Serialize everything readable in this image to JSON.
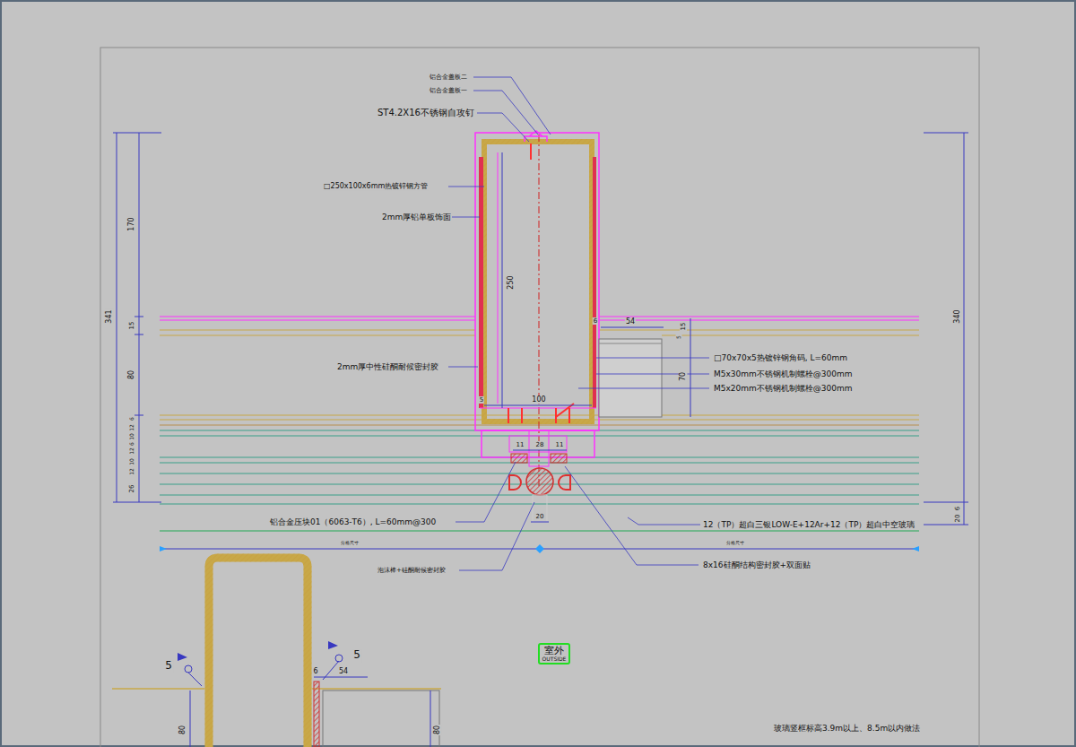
{
  "diagram": {
    "nodes": [
      {
        "text": [
          "室外",
          "OUTSIDE"
        ]
      }
    ],
    "labels": [
      "铝合金盖板二",
      "铝合金盖板一",
      "ST4.2X16不锈钢自攻钉",
      "□250x100x6mm热镀锌钢方管",
      "2mm厚铝单板饰面",
      "2mm厚中性硅酮耐候密封胶",
      "□70x70x5热镀锌钢角码, L=60mm",
      "M5x30mm不锈钢机制螺栓@300mm",
      "M5x20mm不锈钢机制螺栓@300mm",
      "铝合金压块01（6063-T6）, L=60mm@300",
      "12（TP）超白三银LOW-E+12Ar+12（TP）超白中空玻璃",
      "泡沫棒+硅酮耐候密封胶",
      "8x16硅酮结构密封胶+双面贴",
      "玻璃竖框标高3.9m以上、8.5m以内做法",
      "341",
      "170",
      "15",
      "80",
      "6",
      "12",
      "10",
      "6",
      "12",
      "10",
      "12",
      "26",
      "340",
      "6",
      "20",
      "54",
      "15",
      "5",
      "70",
      "250",
      "100",
      "5",
      "6",
      "11",
      "28",
      "11",
      "20",
      "分格尺寸",
      "分格尺寸",
      "5",
      "5",
      "6",
      "54",
      "80",
      "80"
    ]
  }
}
